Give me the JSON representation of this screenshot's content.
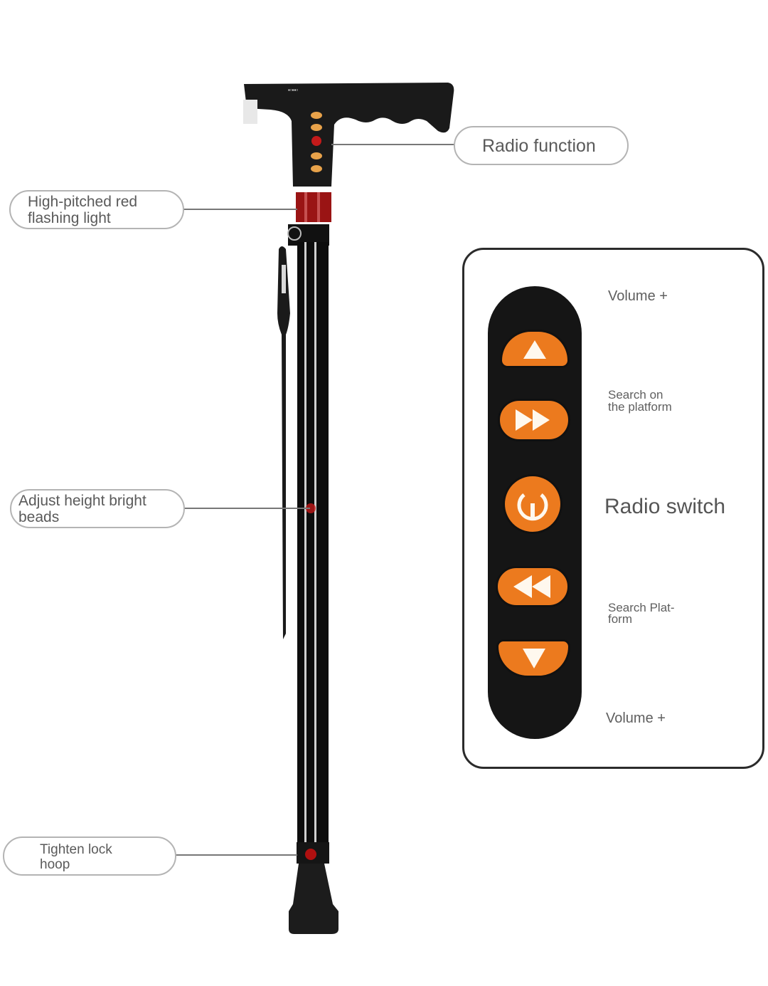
{
  "callouts": {
    "radio_function": "Radio function",
    "red_light_line1": "High-pitched red",
    "red_light_line2": "flashing light",
    "height_beads_line1": "Adjust height bright",
    "height_beads_line2": "beads",
    "lock_hoop_line1": "Tighten lock",
    "lock_hoop_line2": "hoop"
  },
  "remote_panel": {
    "volume_up_label": "Volume +",
    "search_next_line1": "Search on",
    "search_next_line2": "the platform",
    "power_label": "Radio switch",
    "search_prev_line1": "Search Plat-",
    "search_prev_line2": "form",
    "volume_down_label": "Volume +"
  },
  "colors": {
    "button_orange": "#ec7a1e",
    "cane_black": "#151515",
    "accent_red": "#b01010"
  }
}
